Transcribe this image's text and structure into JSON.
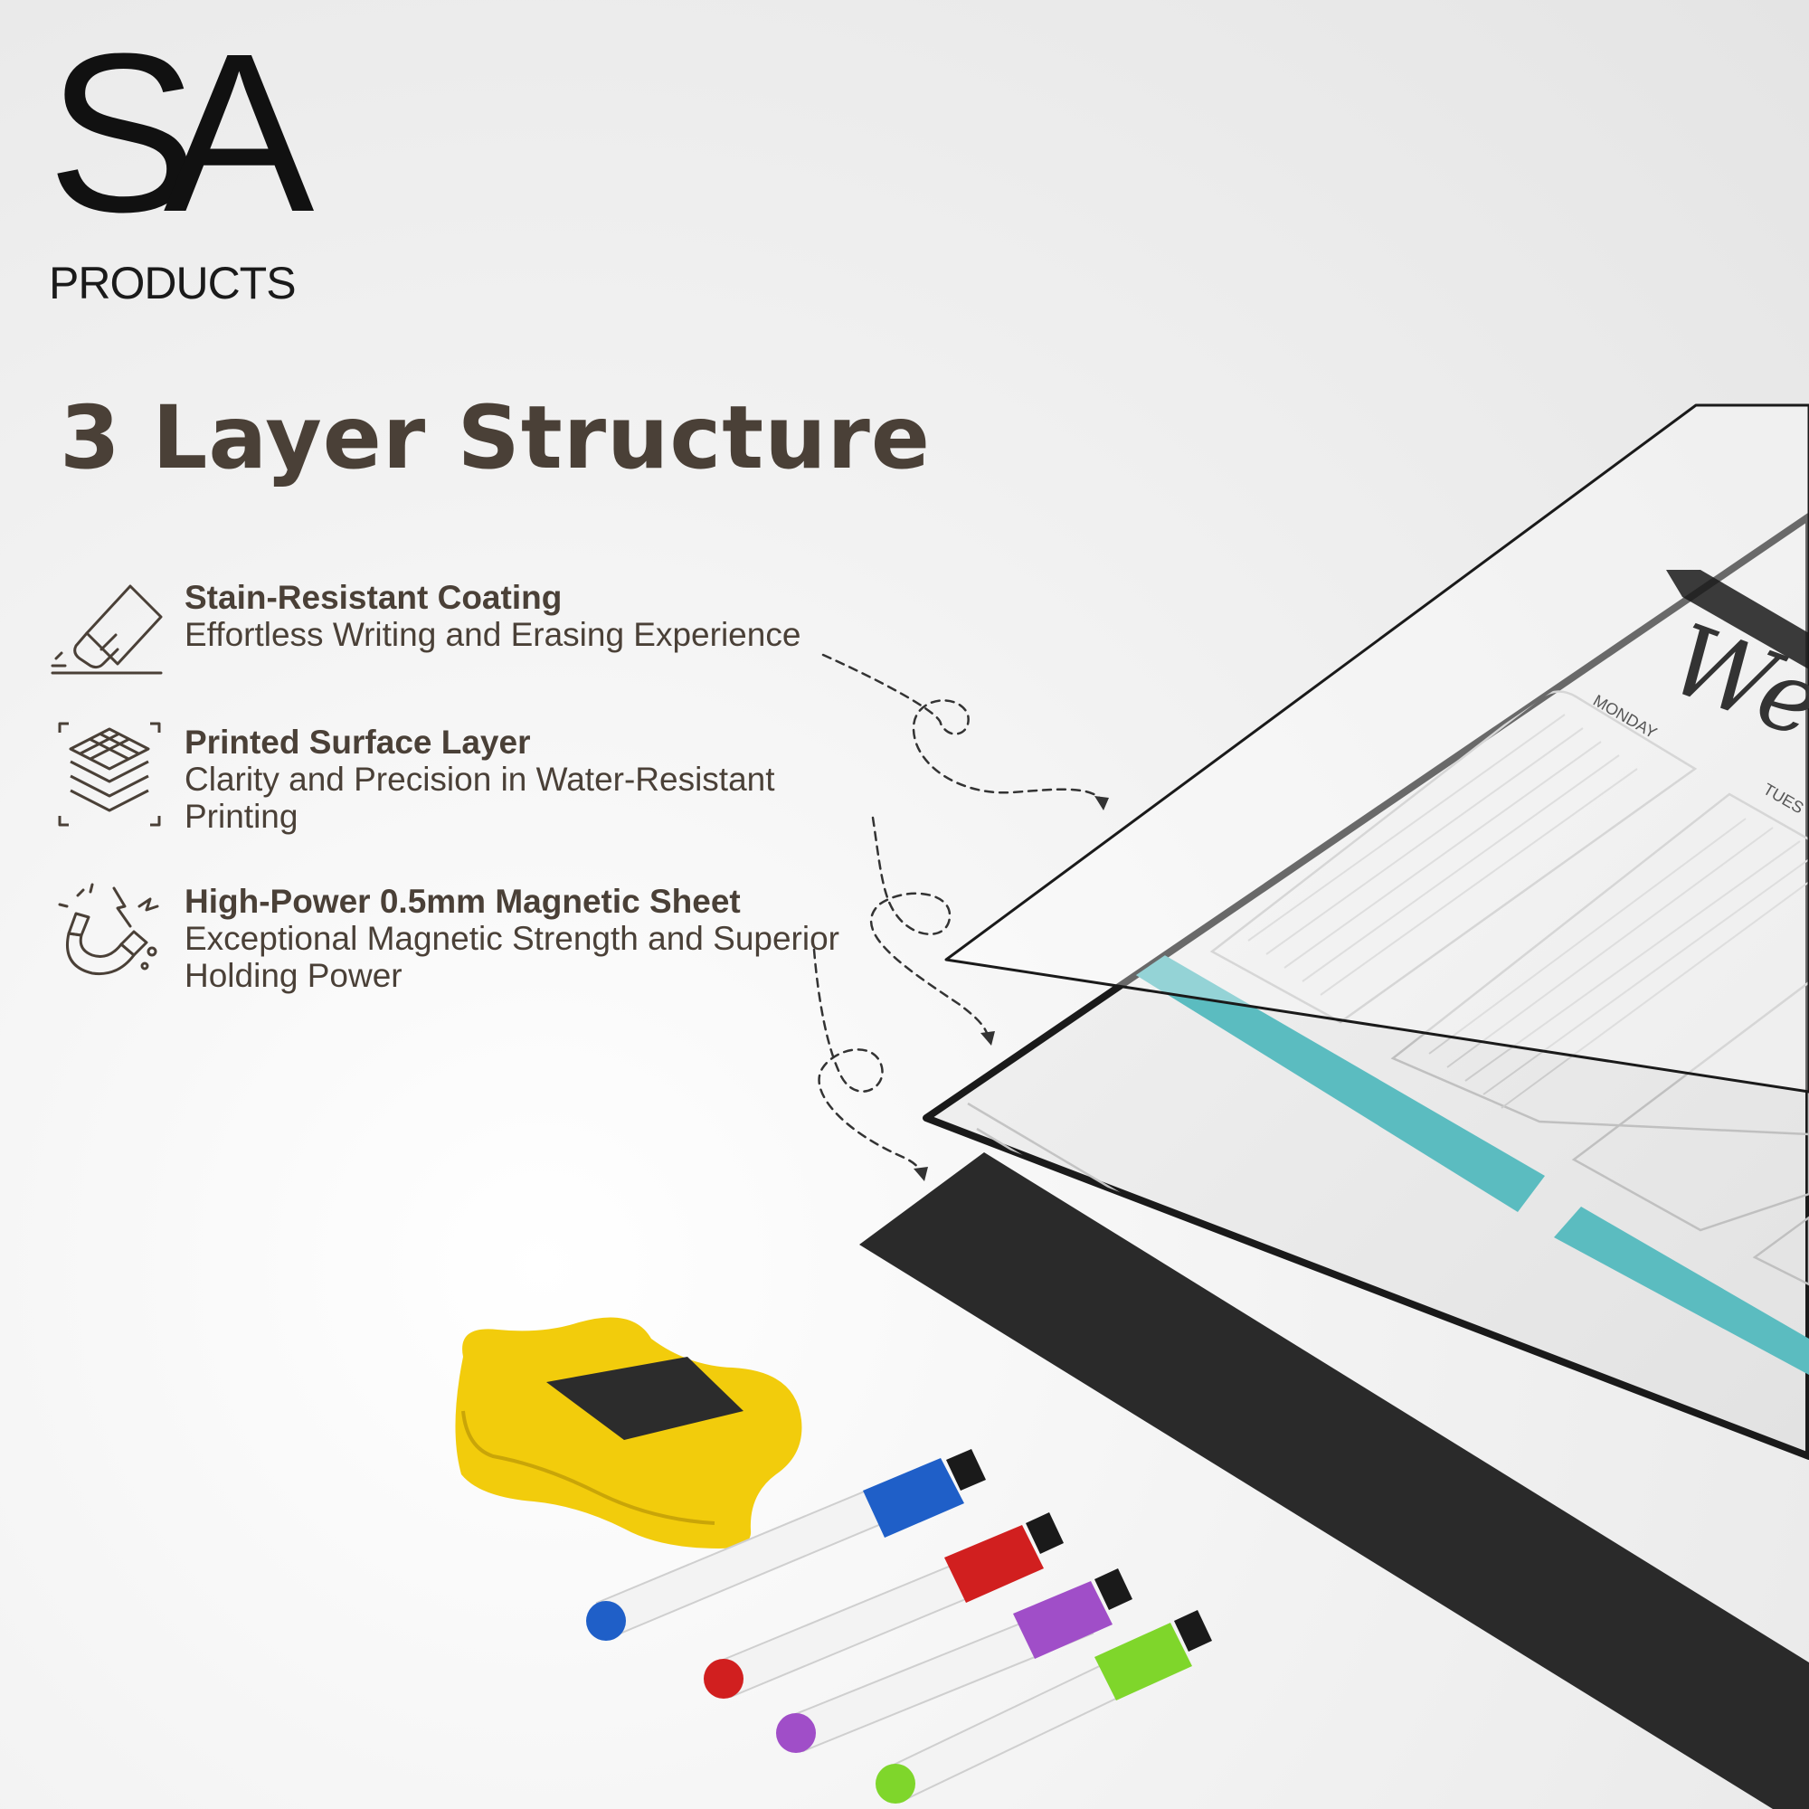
{
  "brand": {
    "logo_main": "SA",
    "logo_sub": "PRODUCTS"
  },
  "headline": "3 Layer Structure",
  "features": [
    {
      "title": "Stain-Resistant Coating",
      "description": "Effortless Writing and Erasing Experience",
      "icon": "eraser-icon"
    },
    {
      "title": "Printed Surface Layer",
      "description": "Clarity and Precision in Water-Resistant Printing",
      "icon": "layers-icon"
    },
    {
      "title": "High-Power 0.5mm Magnetic Sheet",
      "description": "Exceptional Magnetic Strength and Superior Holding Power",
      "icon": "magnet-icon"
    }
  ],
  "planner": {
    "title": "Wee",
    "day_1": "MONDAY",
    "day_2": "TUES"
  },
  "colors": {
    "text": "#4a4037",
    "accent_teal": "#5bbcc0",
    "magnet_sheet": "#2a2a2a",
    "eraser": "#f2cc0c",
    "marker_blue": "#1f5fc8",
    "marker_red": "#d11f1f",
    "marker_purple": "#a04ec8",
    "marker_green": "#7fd62b"
  }
}
